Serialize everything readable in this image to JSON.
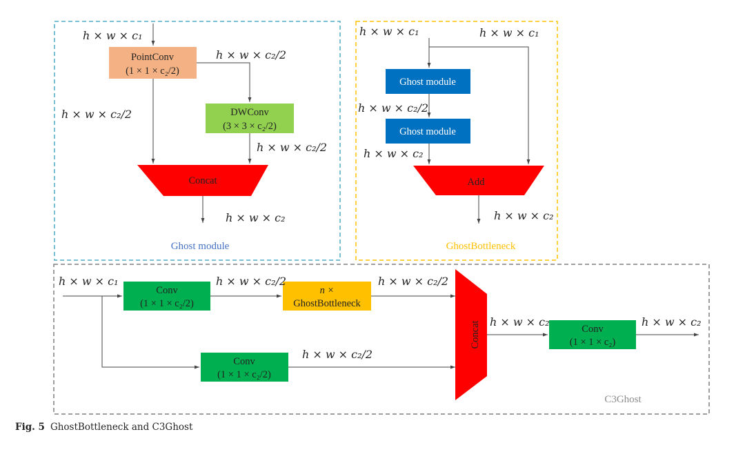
{
  "colors": {
    "pointconv": "#f4b183",
    "dwconv": "#92d050",
    "concat": "#ff0000",
    "ghost_module": "#0070c0",
    "conv": "#00b050",
    "ghostbottleneck": "#ffc000",
    "ghost_module_border": "#4bacc6",
    "ghostbottleneck_border": "#ffc000",
    "c3ghost_border": "#7f7f7f"
  },
  "ghost_module": {
    "title": "Ghost module",
    "pointconv": {
      "name": "PointConv",
      "shape": "(1 × 1 × c₂/2)"
    },
    "dwconv": {
      "name": "DWConv",
      "shape": "(3 × 3 × c₂/2)"
    },
    "concat": "Concat",
    "labels": {
      "input": "h × w × c₁",
      "pointconv_out": "h × w × c₂/2",
      "identity": "h × w × c₂/2",
      "dwconv_out": "h × w × c₂/2",
      "output": "h × w × c₂"
    }
  },
  "ghost_bottleneck": {
    "title": "GhostBottleneck",
    "module_1": "Ghost module",
    "module_2": "Ghost module",
    "add": "Add",
    "labels": {
      "input": "h × w × c₁",
      "shortcut": "h × w × c₁",
      "between": "h × w × c₂/2",
      "module_out": "h × w × c₂",
      "output": "h × w × c₂"
    }
  },
  "c3ghost": {
    "title": "C3Ghost",
    "conv_1": {
      "name": "Conv",
      "shape": "(1 × 1 × c₂/2)"
    },
    "bottleneck": {
      "name": "n ×",
      "shape": "GhostBottleneck"
    },
    "conv_2": {
      "name": "Conv",
      "shape": "(1 × 1 × c₂/2)"
    },
    "concat": "Concat",
    "conv_3": {
      "name": "Conv",
      "shape": "(1 × 1 × c₂)"
    },
    "labels": {
      "input": "h × w × c₁",
      "conv1_out": "h × w × c₂/2",
      "bottleneck_out": "h × w × c₂/2",
      "conv2_out": "h × w × c₂/2",
      "concat_out": "h × w × c₂",
      "output": "h × w × c₂"
    }
  },
  "caption": {
    "prefix": "Fig. 5",
    "text": "GhostBottleneck and C3Ghost"
  }
}
